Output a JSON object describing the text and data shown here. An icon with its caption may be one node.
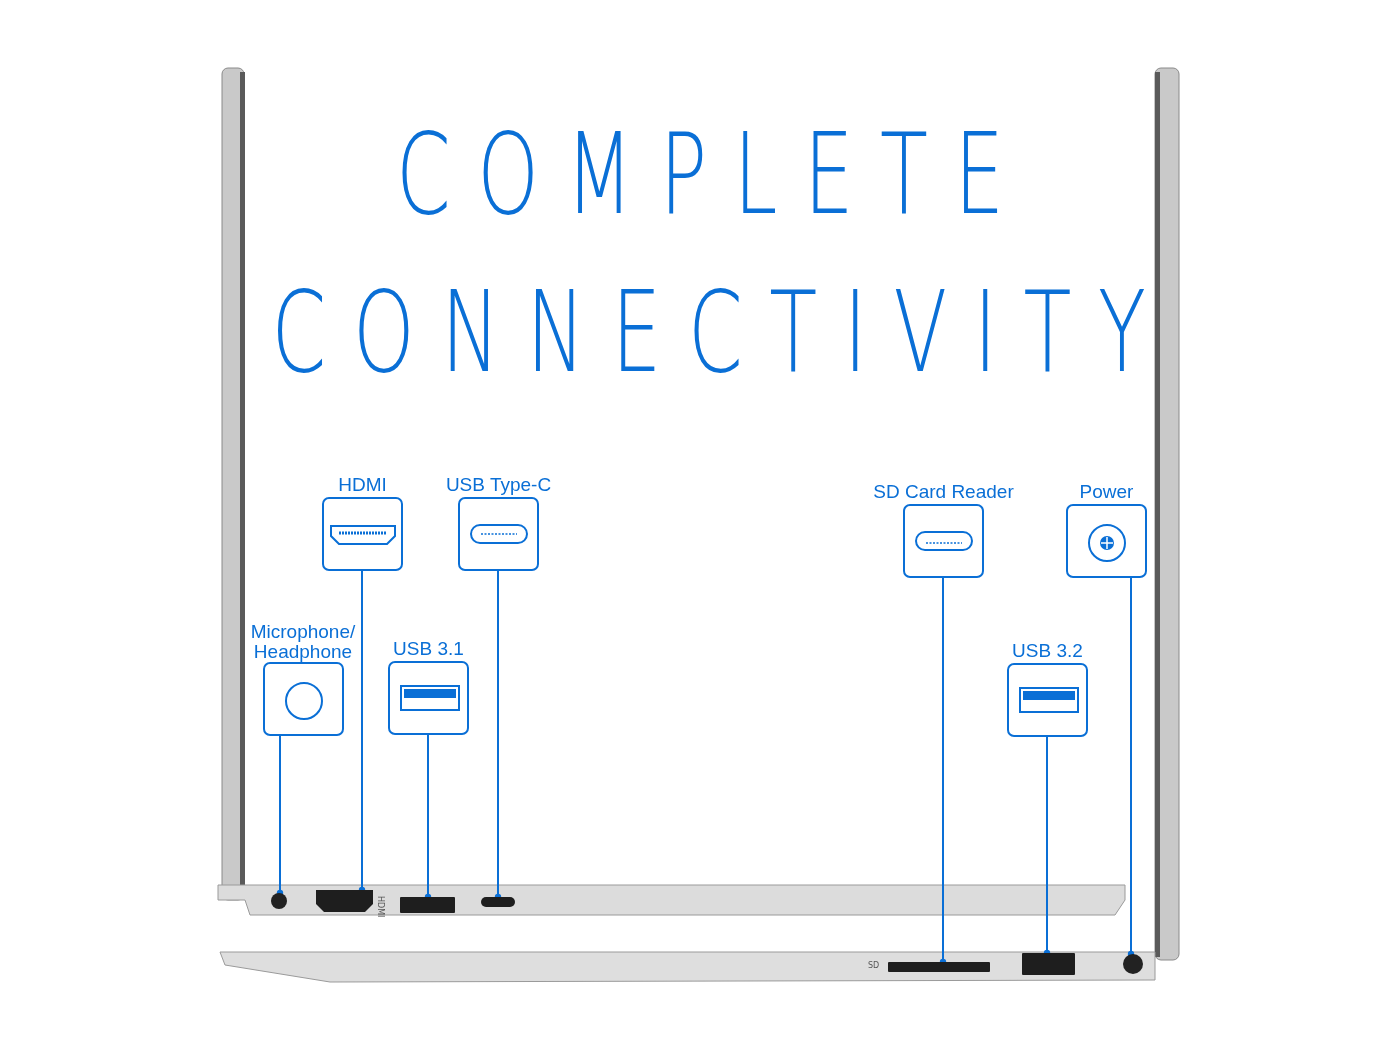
{
  "diagram": {
    "title": "COMPLETE CONNECTIVITY",
    "nodes": [
      {
        "text": [
          "HDMI"
        ]
      },
      {
        "text": [
          "USB Type-C"
        ]
      },
      {
        "text": [
          "SD Card Reader"
        ]
      },
      {
        "text": [
          "Power"
        ]
      },
      {
        "text": [
          "Microphone/ Headphone"
        ]
      },
      {
        "text": [
          "USB 3.1"
        ]
      },
      {
        "text": [
          "USB 3.2"
        ]
      },
      {
        "text": [],
        "shape": "circle"
      },
      {
        "text": [],
        "shape": "box"
      },
      {
        "text": [],
        "shape": "box"
      },
      {
        "text": [],
        "shape": "box"
      },
      {
        "text": [],
        "shape": "box"
      },
      {
        "text": [],
        "shape": "box"
      },
      {
        "text": [],
        "shape": "circle"
      }
    ],
    "edges": [
      {
        "from": 4,
        "to": 7,
        "arrow": "other"
      },
      {
        "from": 0,
        "to": 8,
        "arrow": "other"
      },
      {
        "from": 5,
        "to": 9,
        "arrow": "other"
      },
      {
        "from": 1,
        "to": 10,
        "arrow": "other"
      },
      {
        "from": 2,
        "to": 11,
        "arrow": "other"
      },
      {
        "from": 6,
        "to": 12,
        "arrow": "other"
      },
      {
        "from": 3,
        "to": 13,
        "arrow": "other"
      }
    ],
    "labels": [
      "HDMI",
      "SD"
    ]
  }
}
